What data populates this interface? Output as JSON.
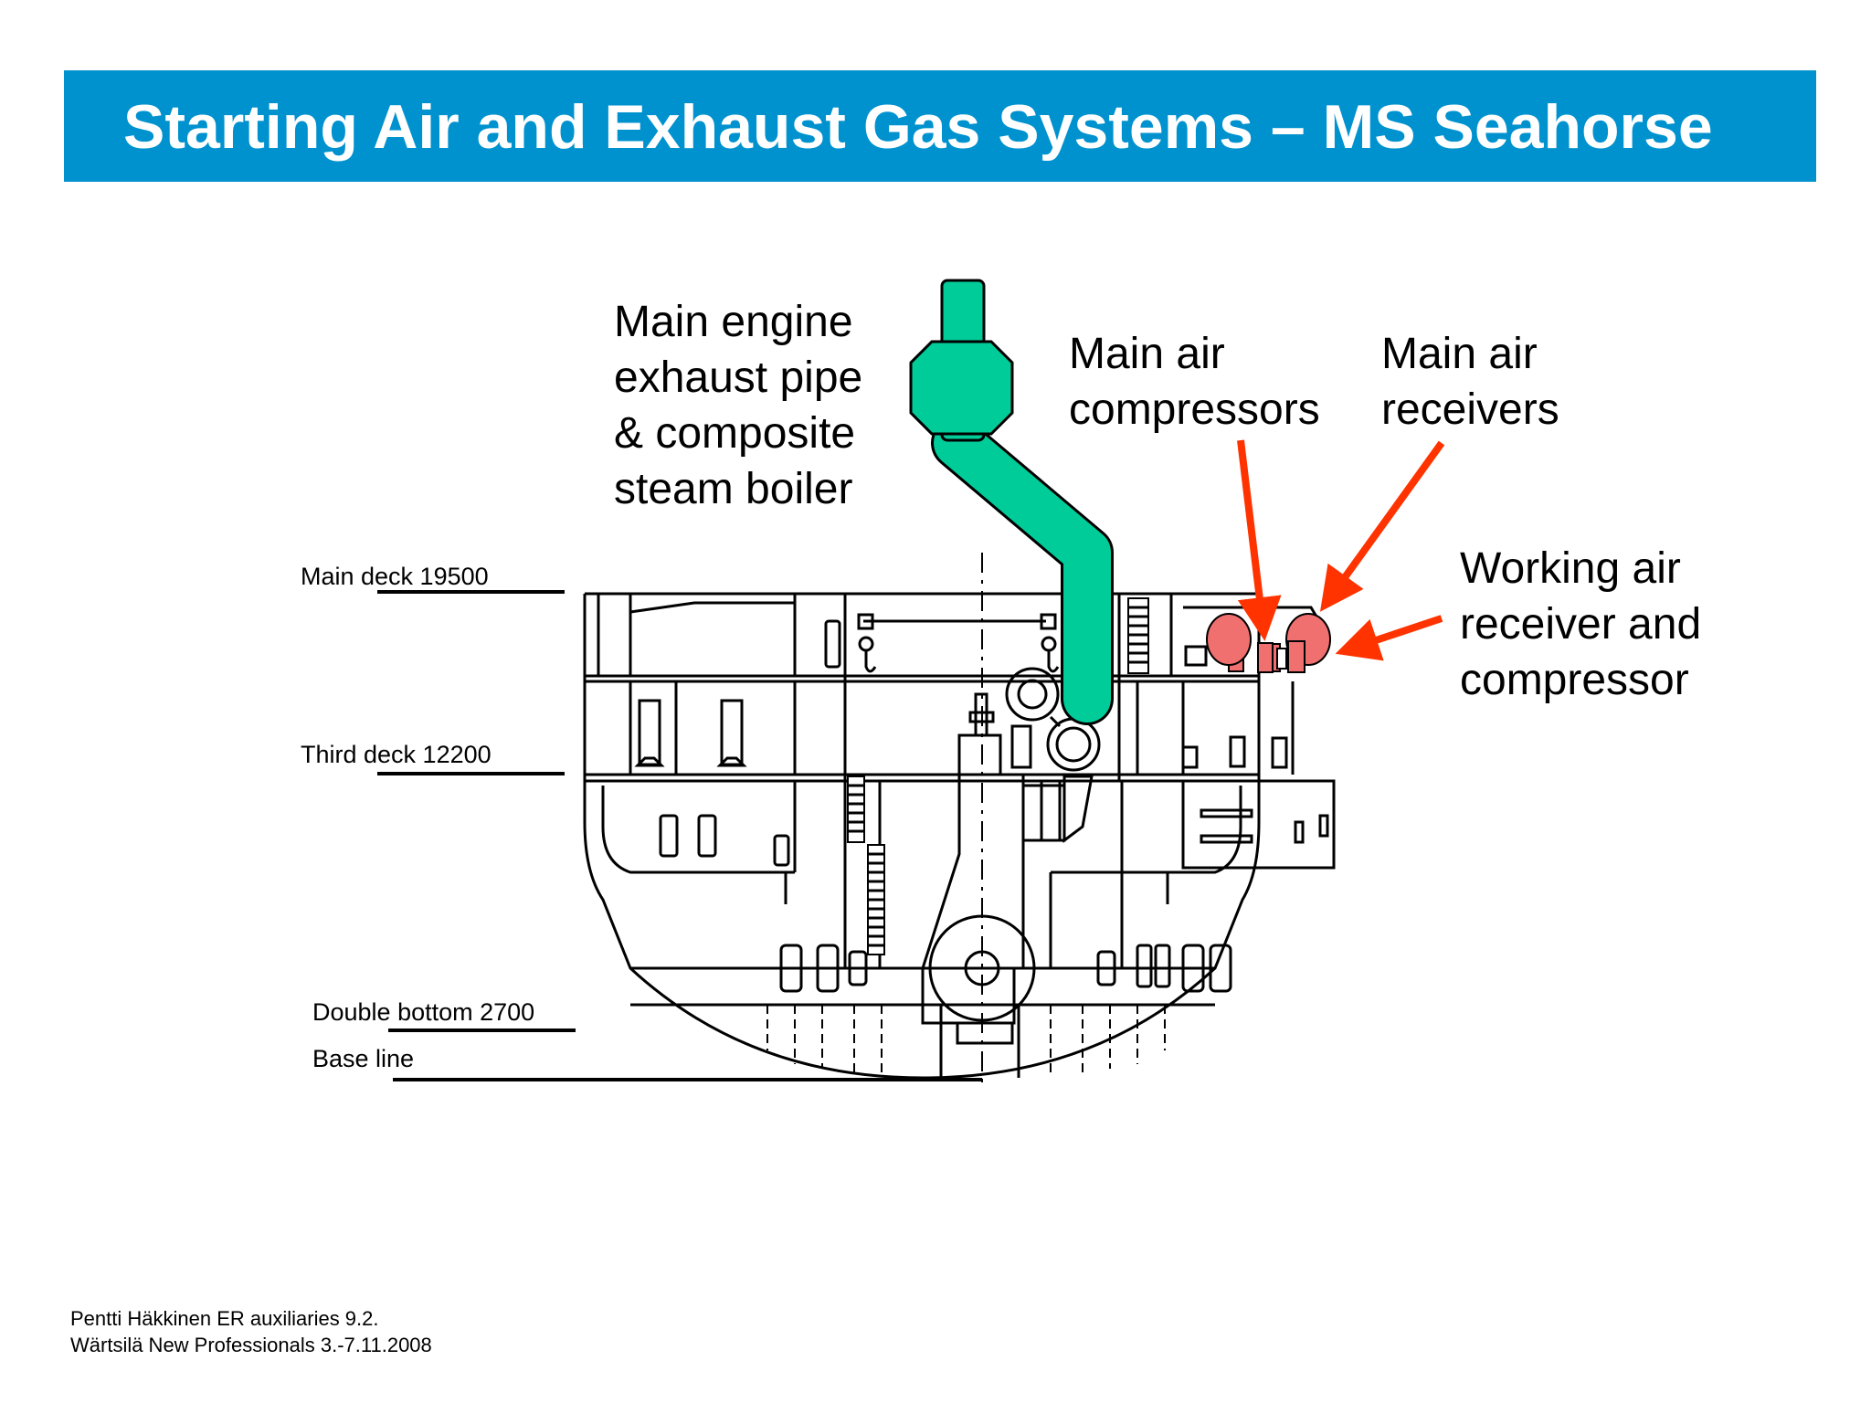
{
  "title": "Starting Air and Exhaust Gas Systems – MS Seahorse",
  "callouts": {
    "exhaust": [
      "Main engine",
      "exhaust pipe",
      "& composite",
      "steam boiler"
    ],
    "compressors": [
      "Main air",
      "compressors"
    ],
    "receivers": [
      "Main air",
      "receivers"
    ],
    "working": [
      "Working air",
      "receiver and",
      "compressor"
    ]
  },
  "decks": {
    "main_deck": "Main deck 19500",
    "third_deck": "Third deck 12200",
    "double_bottom": "Double bottom 2700",
    "base_line": "Base line"
  },
  "footer": {
    "line1": "Pentti Häkkinen ER auxiliaries 9.2.",
    "line2": "Wärtsilä New Professionals 3.-7.11.2008"
  },
  "colors": {
    "title_bar": "#0092cf",
    "exhaust_pipe": "#00cc99",
    "air_equipment": "#f07070",
    "arrows": "#ff3300"
  }
}
